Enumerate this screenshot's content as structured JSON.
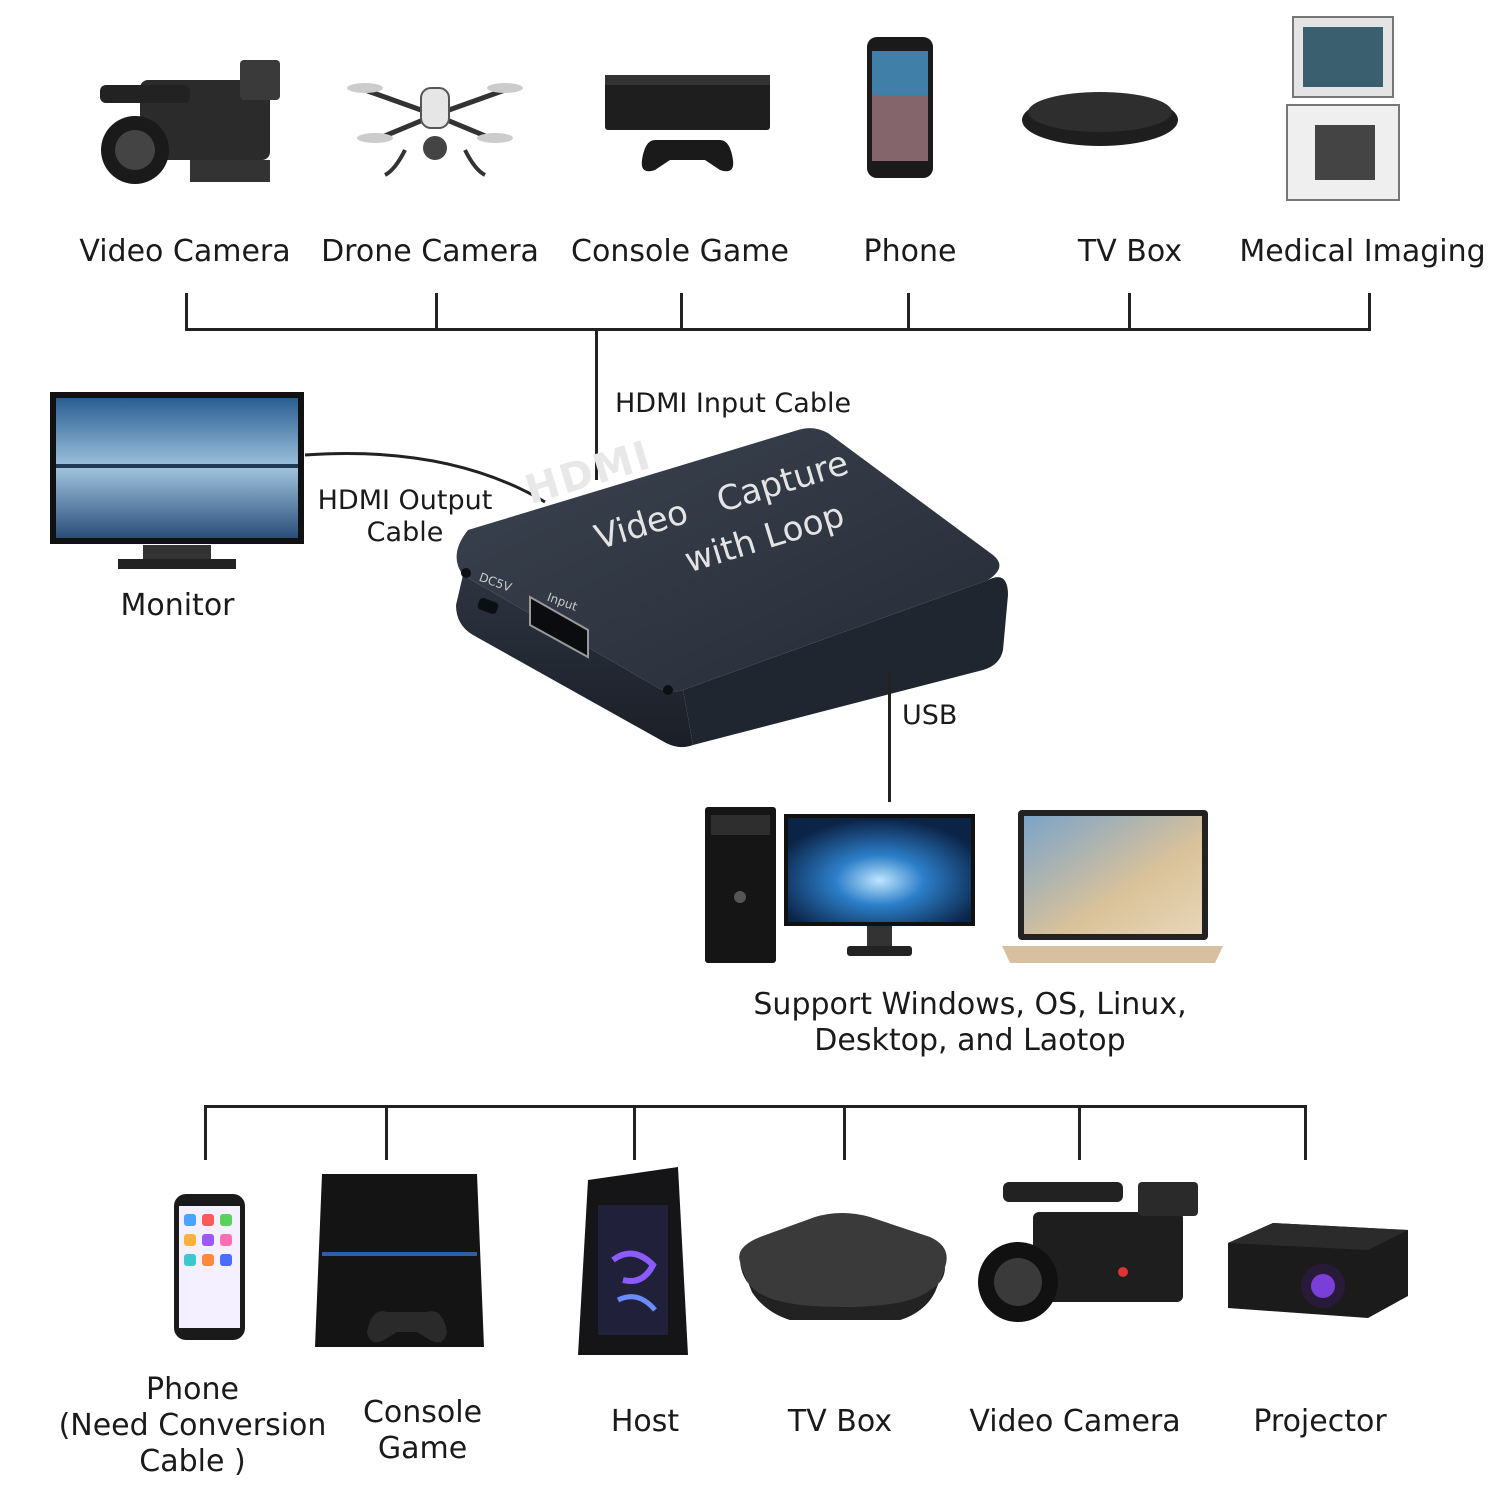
{
  "top_devices": [
    {
      "label": "Video Camera",
      "icon": "video-camera-icon"
    },
    {
      "label": "Drone Camera",
      "icon": "drone-icon"
    },
    {
      "label": "Console Game",
      "icon": "game-console-icon"
    },
    {
      "label": "Phone",
      "icon": "smartphone-icon"
    },
    {
      "label": "TV Box",
      "icon": "tv-box-icon"
    },
    {
      "label": "Medical Imaging",
      "icon": "medical-imaging-icon"
    }
  ],
  "monitor": {
    "label": "Monitor",
    "icon": "monitor-icon"
  },
  "cables": {
    "input": "HDMI Input Cable",
    "output_line1": "HDMI Output",
    "output_line2": "Cable",
    "usb": "USB"
  },
  "device": {
    "brand": "HDMI",
    "title_line1": "Video   Capture",
    "title_line2": "with Loop",
    "port_power": "DC5V",
    "port_input": "Input"
  },
  "computers": {
    "caption_line1": "Support Windows, OS, Linux,",
    "caption_line2": "Desktop, and Laotop"
  },
  "bottom_devices": [
    {
      "lines": [
        "Phone",
        "(Need Conversion",
        "Cable )"
      ],
      "icon": "smartphone-icon"
    },
    {
      "lines": [
        "Console",
        "Game"
      ],
      "icon": "game-console-icon"
    },
    {
      "lines": [
        "Host"
      ],
      "icon": "pc-tower-icon"
    },
    {
      "lines": [
        "TV Box"
      ],
      "icon": "tv-box-icon"
    },
    {
      "lines": [
        "Video Camera"
      ],
      "icon": "video-camera-icon"
    },
    {
      "lines": [
        "Projector"
      ],
      "icon": "projector-icon"
    }
  ]
}
